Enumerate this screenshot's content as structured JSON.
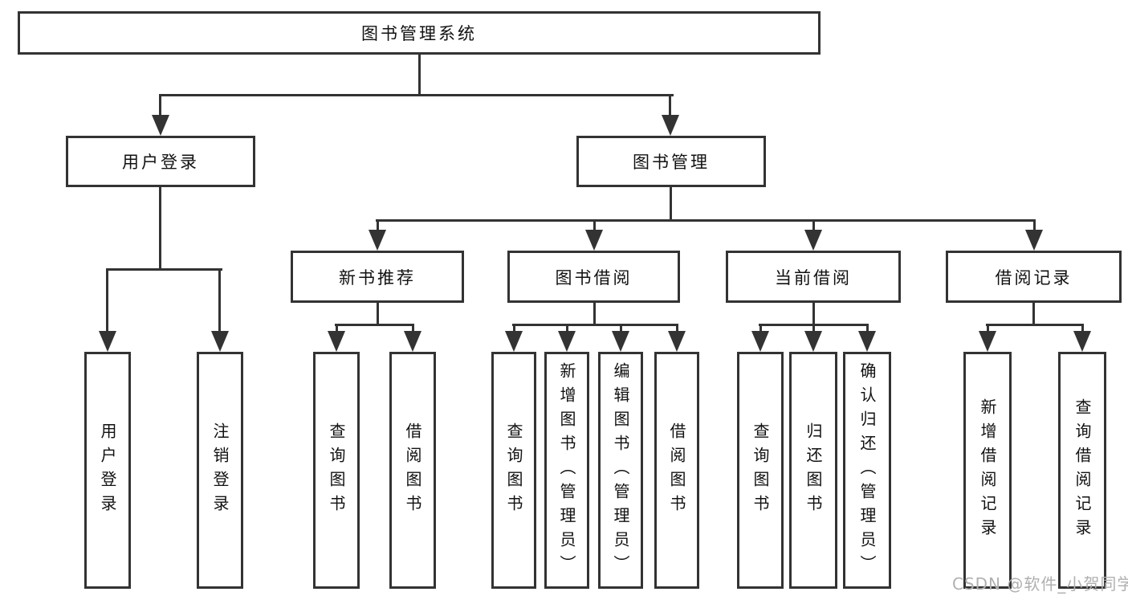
{
  "tree": {
    "root": {
      "label": "图书管理系统",
      "children": [
        {
          "label": "用户登录",
          "children": [
            {
              "label": "用户登录"
            },
            {
              "label": "注销登录"
            }
          ]
        },
        {
          "label": "图书管理",
          "children": [
            {
              "label": "新书推荐",
              "children": [
                {
                  "label": "查询图书"
                },
                {
                  "label": "借阅图书"
                }
              ]
            },
            {
              "label": "图书借阅",
              "children": [
                {
                  "label": "查询图书"
                },
                {
                  "label": "新增图书（管理员）"
                },
                {
                  "label": "编辑图书（管理员）"
                },
                {
                  "label": "借阅图书"
                }
              ]
            },
            {
              "label": "当前借阅",
              "children": [
                {
                  "label": "查询图书"
                },
                {
                  "label": "归还图书"
                },
                {
                  "label": "确认归还（管理员）"
                }
              ]
            },
            {
              "label": "借阅记录",
              "children": [
                {
                  "label": "新增借阅记录"
                },
                {
                  "label": "查询借阅记录"
                }
              ]
            }
          ]
        }
      ]
    }
  },
  "watermark": "CSDN @软件_小贺同学",
  "colors": {
    "line": "#333333",
    "box_border": "#333333",
    "box_fill": "#ffffff",
    "text": "#111111",
    "watermark": "#b0b0b0",
    "background": "#ffffff"
  }
}
